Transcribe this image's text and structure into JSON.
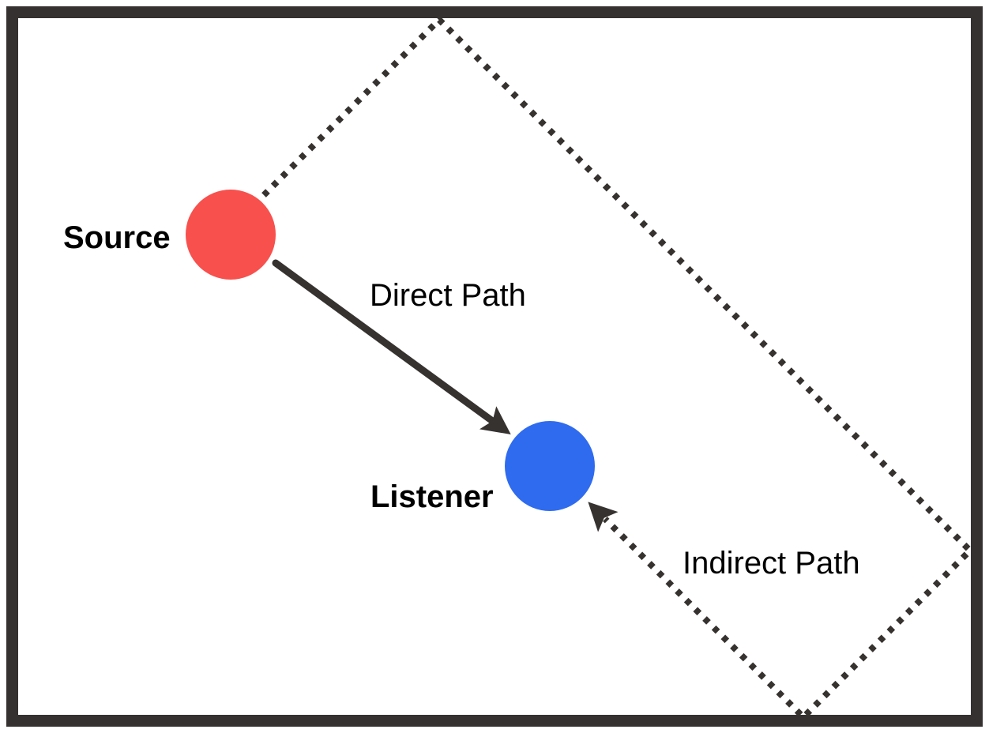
{
  "figure": {
    "background": "#ffffff",
    "room": {
      "name": "room-boundary",
      "frame_color": "#353130"
    },
    "nodes": {
      "source": {
        "label": "Source",
        "color": "#f8504d"
      },
      "listener": {
        "label": "Listener",
        "color": "#2f6bef"
      }
    },
    "paths": {
      "direct": {
        "label": "Direct Path",
        "style": "solid-arrow"
      },
      "indirect": {
        "label": "Indirect Path",
        "style": "dotted-arrow"
      }
    },
    "line_color": "#363230",
    "text_color": "#000000"
  }
}
